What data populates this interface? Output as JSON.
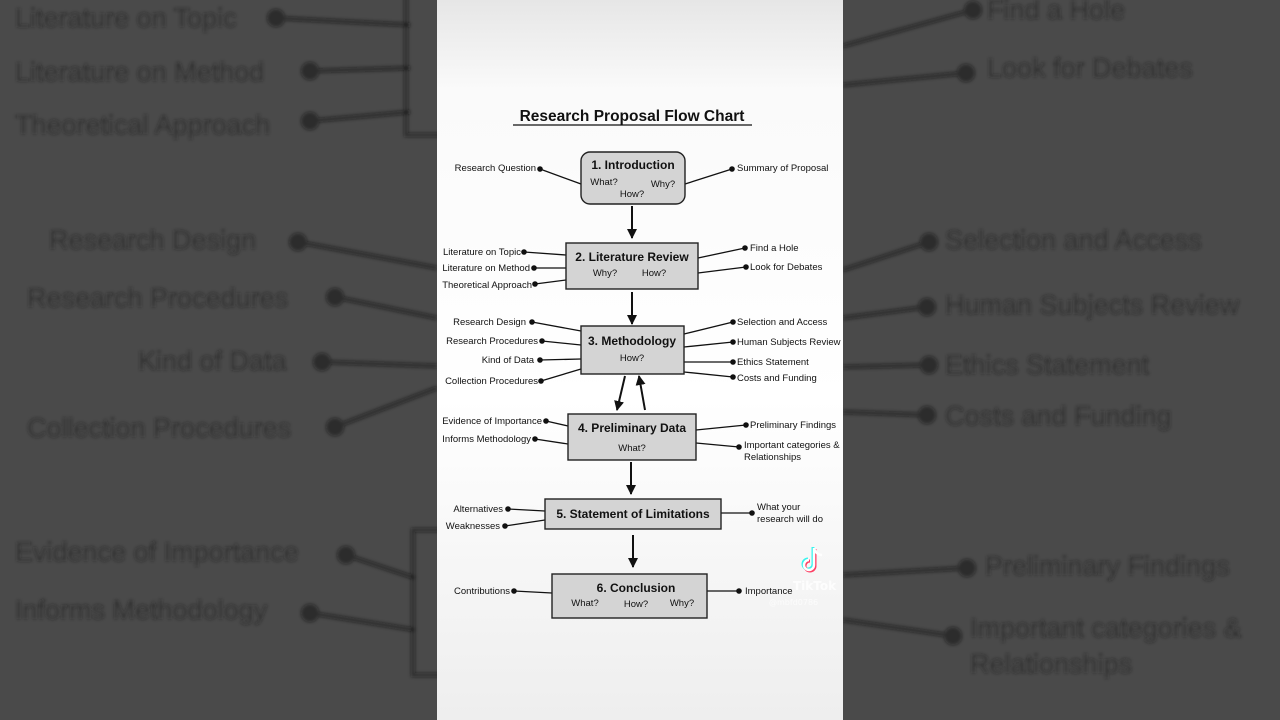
{
  "title": "Research Proposal Flow Chart",
  "boxes": {
    "b1": {
      "title": "1. Introduction",
      "subs": [
        "What?",
        "Why?",
        "How?"
      ]
    },
    "b2": {
      "title": "2. Literature Review",
      "subs": [
        "Why?",
        "How?"
      ]
    },
    "b3": {
      "title": "3. Methodology",
      "subs": [
        "How?"
      ]
    },
    "b4": {
      "title": "4. Preliminary Data",
      "subs": [
        "What?"
      ]
    },
    "b5": {
      "title": "5. Statement of Limitations",
      "subs": []
    },
    "b6": {
      "title": "6. Conclusion",
      "subs": [
        "What?",
        "How?",
        "Why?"
      ]
    }
  },
  "labels": {
    "b1_left": [
      "Research Question"
    ],
    "b1_right": [
      "Summary of Proposal"
    ],
    "b2_left": [
      "Literature on Topic",
      "Literature on Method",
      "Theoretical Approach"
    ],
    "b2_right": [
      "Find a Hole",
      "Look for Debates"
    ],
    "b3_left": [
      "Research Design",
      "Research Procedures",
      "Kind of Data",
      "Collection Procedures"
    ],
    "b3_right": [
      "Selection and Access",
      "Human Subjects Review",
      "Ethics Statement",
      "Costs and Funding"
    ],
    "b4_left": [
      "Evidence of Importance",
      "Informs Methodology"
    ],
    "b4_right": [
      "Preliminary Findings",
      "Important categories &",
      "Relationships"
    ],
    "b5_left": [
      "Alternatives",
      "Weaknesses"
    ],
    "b5_right": [
      "What your",
      "research will do"
    ],
    "b6_left": [
      "Contributions"
    ],
    "b6_right": [
      "Importance"
    ]
  },
  "background": {
    "left": [
      "Literature on Topic",
      "Literature on Method",
      "Theoretical Approach",
      "Research Design",
      "Research Procedures",
      "Kind of Data",
      "Collection Procedures",
      "Evidence of Importance",
      "Informs Methodology"
    ],
    "right": [
      "Find a Hole",
      "Look for Debates",
      "Selection and Access",
      "Human Subjects Review",
      "Ethics Statement",
      "Costs and Funding",
      "Preliminary Findings",
      "Important categories &",
      "Relationships"
    ]
  },
  "watermark": {
    "brand": "TikTok",
    "handle": "@mbfd0786"
  },
  "colors": {
    "box_fill": "#d4d4d4",
    "ink": "#111111",
    "backdrop": "#4a4a4a"
  }
}
